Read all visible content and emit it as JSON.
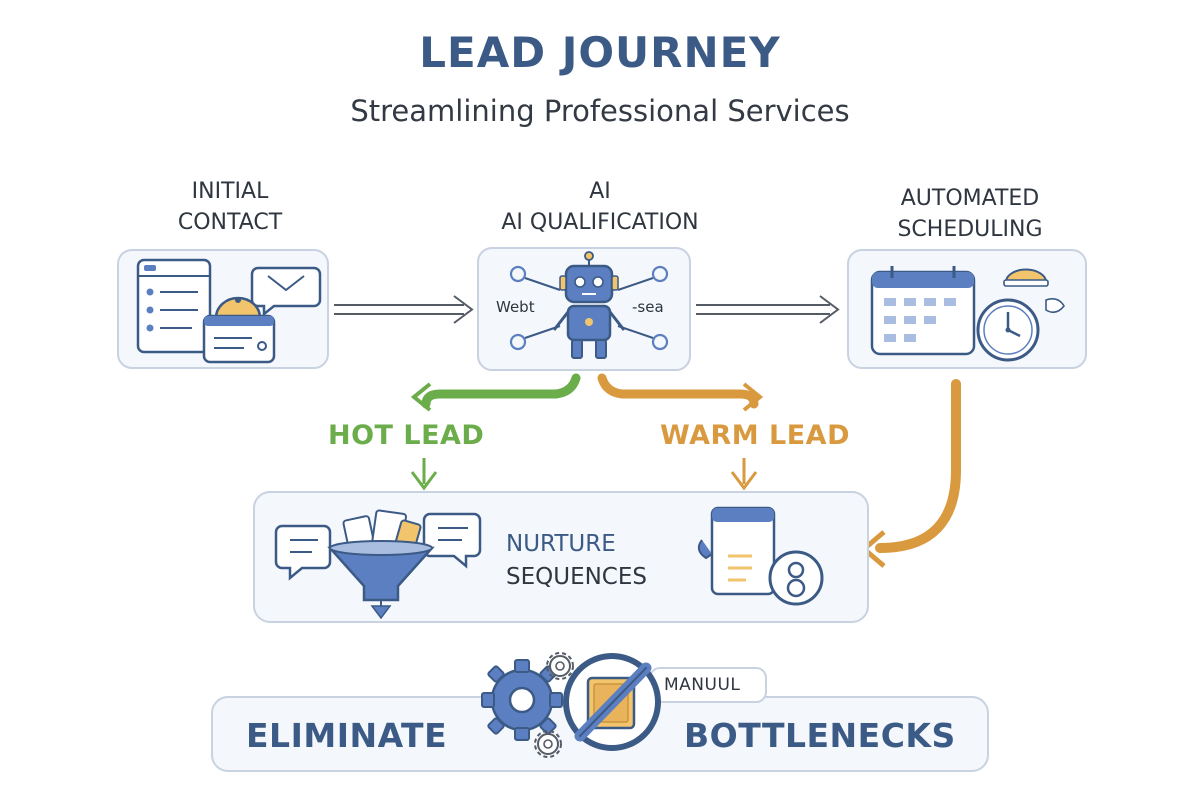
{
  "header": {
    "title": "LEAD JOURNEY",
    "subtitle": "Streamlining Professional Services"
  },
  "stages": {
    "initial_contact": {
      "line1": "INITIAL",
      "line2": "CONTACT"
    },
    "ai_qualification": {
      "line1": "AI",
      "line2": "AI QUALIFICATION",
      "icon_left_text": "Webt",
      "icon_right_text": "-sea"
    },
    "automated_scheduling": {
      "line1": "AUTOMATED",
      "line2": "SCHEDULING"
    }
  },
  "branches": {
    "hot_lead": "HOT LEAD",
    "warm_lead": "WARM LEAD"
  },
  "nurture": {
    "line1": "NURTURE",
    "line2": "SEQUENCES"
  },
  "banner": {
    "left_word": "ELIMINATE",
    "right_word": "BOTTLENECKS",
    "tag": "MANUUL"
  },
  "colors": {
    "navy": "#3b5a86",
    "accent_blue": "#5b7fc0",
    "hot_green": "#6aad4a",
    "warm_orange": "#d99a3f",
    "icon_yellow": "#f2c46b",
    "card_border": "#c8d2e0",
    "card_fill": "#f4f7fb"
  }
}
